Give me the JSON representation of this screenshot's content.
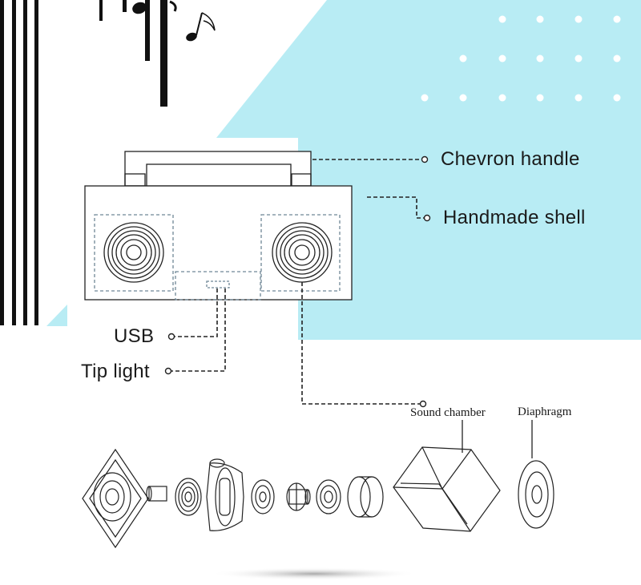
{
  "labels": {
    "chevron_handle": "Chevron handle",
    "handmade_shell": "Handmade shell",
    "usb": "USB",
    "tip_light": "Tip light",
    "sound_chamber": "Sound chamber",
    "diaphragm": "Diaphragm"
  },
  "colors": {
    "background": "#ffffff",
    "accent_panel": "#b8ecf4",
    "line": "#222222",
    "dashed_box": "#6f8796",
    "stripe": "#111111",
    "dots": "#ffffff"
  },
  "icons": [
    "music-note-icon"
  ]
}
